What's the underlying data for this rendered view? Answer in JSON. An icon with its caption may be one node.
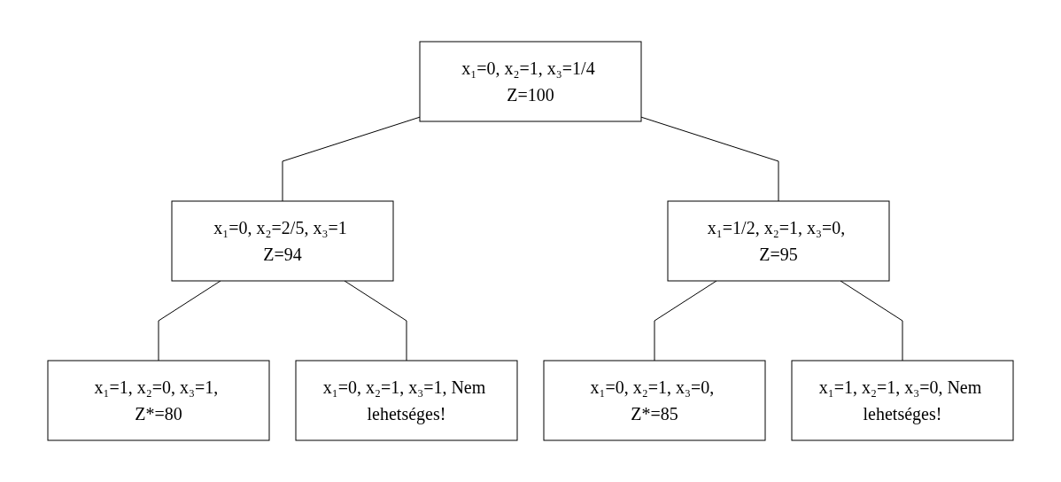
{
  "diagram": {
    "nodes": [
      {
        "text": [
          "x₁=0, x₂=1, x₃=1/4 Z=100"
        ]
      },
      {
        "text": [
          "x₁=0, x₂=2/5, x₃=1 Z=94"
        ]
      },
      {
        "text": [
          "x₁=1/2, x₂=1, x₃=0, Z=95"
        ]
      },
      {
        "text": [
          "x₁=1, x₂=0, x₃=1, Z*=80"
        ]
      },
      {
        "text": [
          "x₁=0, x₂=1, x₃=1, Nem lehetséges!"
        ]
      },
      {
        "text": [
          "x₁=0, x₂=1, x₃=0, Z*=85"
        ]
      },
      {
        "text": [
          "x₁=1, x₂=1, x₃=0, Nem lehetséges!"
        ]
      }
    ],
    "edges": [
      {
        "from": 0,
        "to": 1,
        "arrow": "none"
      },
      {
        "from": 0,
        "to": 2,
        "arrow": "none"
      },
      {
        "from": 1,
        "to": 3,
        "arrow": "none"
      },
      {
        "from": 1,
        "to": 4,
        "arrow": "none"
      },
      {
        "from": 2,
        "to": 5,
        "arrow": "none"
      },
      {
        "from": 2,
        "to": 6,
        "arrow": "none"
      }
    ]
  }
}
